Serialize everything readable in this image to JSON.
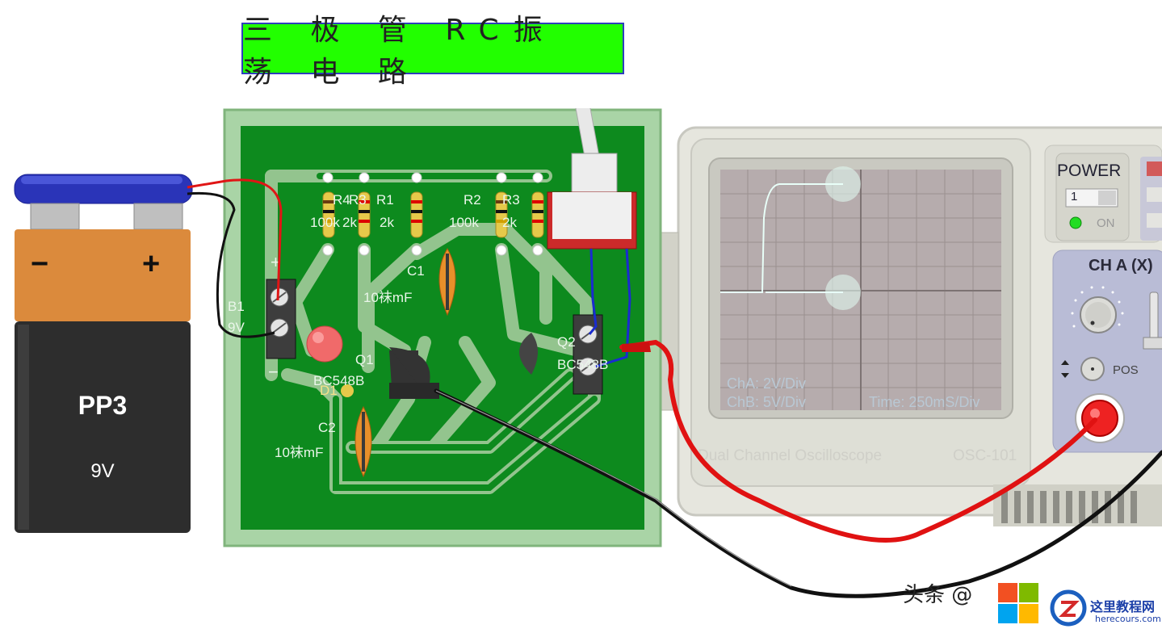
{
  "title": "三 极 管 RC振 荡 电 路",
  "battery": {
    "model": "PP3",
    "voltage": "9V",
    "minus": "−",
    "plus": "+"
  },
  "pcb": {
    "terminal_label": "B1",
    "terminal_voltage": "9V",
    "terminal_plus": "+",
    "terminal_minus": "−",
    "resistors": [
      {
        "name": "R4",
        "value": "100k"
      },
      {
        "name": "R3",
        "value": "2k"
      },
      {
        "name": "R1",
        "value": "2k"
      },
      {
        "name": "R2",
        "value": "100k"
      },
      {
        "name": "R3",
        "value": "2k"
      }
    ],
    "capacitors": [
      {
        "name": "C1",
        "value": "10袜mF"
      },
      {
        "name": "C2",
        "value": "10袜mF"
      }
    ],
    "transistors": [
      {
        "name": "Q1",
        "model": "BC548B"
      },
      {
        "name": "Q2",
        "model": "BC548B"
      }
    ],
    "led_label": "D1"
  },
  "oscilloscope": {
    "cha_scale": "ChA: 2V/Div",
    "chb_scale": "ChB: 5V/Div",
    "time_base": "Time: 250mS/Div",
    "name": "Dual Channel Oscilloscope",
    "model": "OSC-101",
    "power_label": "POWER",
    "power_switch": "1",
    "power_status": "ON",
    "channel_a_label": "CH A (X)",
    "pos_label": "POS",
    "colors": {
      "trace": "#e8fff8",
      "screen": "#b6acad",
      "bezel": "#dcdcd4",
      "panel": "#b9bcd6"
    }
  },
  "watermark": {
    "text": "头条 @",
    "site_name": "这里教程网",
    "site_url": "herecours.com"
  }
}
